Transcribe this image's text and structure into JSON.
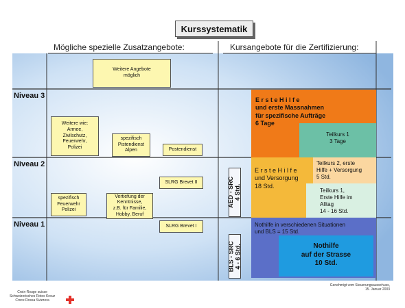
{
  "title": "Kurssystematik",
  "left_heading": "Mögliche spezielle Zusatzangebote:",
  "right_heading": "Kursangebote für die Zertifizierung:",
  "levels": [
    "Niveau 3",
    "Niveau 2",
    "Niveau 1"
  ],
  "left_boxes": [
    "Weitere Angebote\nmöglich",
    "Weitere wie:\nArmee,\nZivilschutz,\nFeuerwehr,\nPolizei",
    "spezifisch\nPistendienst\nAlpen",
    "Postendienst",
    "SLRG Brevet II",
    "spezifisch\nFeuerwehr\nPolizei",
    "Vertiefung der\nKenntnisse,\nz.B. für Familie,\nHobby, Beruf",
    "SLRG Brevet I"
  ],
  "vertical_labels": [
    "AED - SRC\n4 Std.",
    "BLS - SRC\n4 - 6 Std."
  ],
  "course_blocks": [
    "E r s t e  H i l f e\nund erste Massnahmen\nfür spezifische Aufträge\n6 Tage",
    "Teilkurs 1\n3 Tage",
    "E r s t e  H i l f e\nund Versorgung\n18 Std.",
    "Teilkurs 2, erste\nHilfe + Versorgung\n5  Std.",
    "Teilkurs 1,\nErste Hilfe im\nAlltag\n14 - 16 Std.",
    "Nothilfe in verschiedenen Situationen\nund BLS = 15 Std.",
    "Nothilfe\nauf der Strasse\n10 Std."
  ],
  "footnote": "Genehmigt vom Steuerungsausschuss,\n15. Januar 2003",
  "logo_lines": [
    "Croix-Rouge suisse",
    "Schweizerisches Rotes Kreuz",
    "Croce Rossa Svizzera"
  ],
  "colors": {
    "orange": "#f07a18",
    "teal": "#6cc0a6",
    "gold": "#f4b93a",
    "peach": "#fbd7a0",
    "mint": "#d9f0e2",
    "purple": "#5b6fc8",
    "blue": "#1f9be0",
    "yellow": "#fdf7b0",
    "red": "#e4322b"
  }
}
